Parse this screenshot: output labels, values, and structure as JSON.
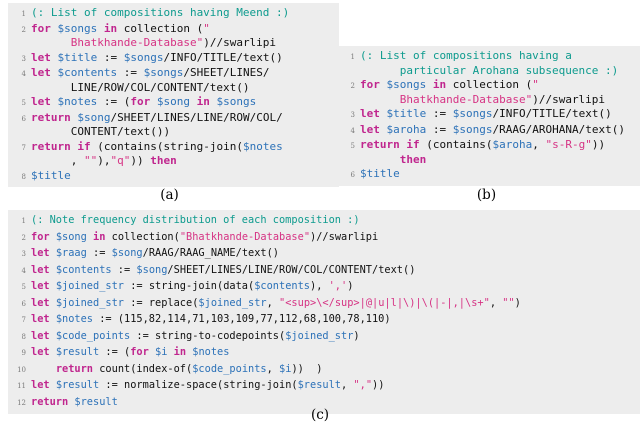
{
  "colors": {
    "comment": "#0e9b8e",
    "keyword": "#c0268e",
    "variable": "#2d72b8",
    "string": "#d63384",
    "plain": "#111111",
    "line_number": "#7a7a7a",
    "listing_bg": "#ededed",
    "page_bg": "#ffffff"
  },
  "listings": [
    {
      "id": "a",
      "caption": "(a)",
      "lines": [
        {
          "n": "1",
          "t": [
            [
              "c",
              "(: List of compositions having Meend :)"
            ]
          ]
        },
        {
          "n": "2",
          "t": [
            [
              "k",
              "for"
            ],
            [
              "p",
              " "
            ],
            [
              "v",
              "$songs"
            ],
            [
              "p",
              " "
            ],
            [
              "k",
              "in"
            ],
            [
              "p",
              " collection ("
            ],
            [
              "s",
              "\""
            ],
            [
              "p",
              "\n      "
            ],
            [
              "s",
              "Bhatkhande-Database\""
            ],
            [
              "p",
              ")//swarlipi"
            ]
          ]
        },
        {
          "n": "3",
          "t": [
            [
              "k",
              "let"
            ],
            [
              "p",
              " "
            ],
            [
              "v",
              "$title"
            ],
            [
              "p",
              " := "
            ],
            [
              "v",
              "$songs"
            ],
            [
              "p",
              "/INFO/TITLE/text()"
            ]
          ]
        },
        {
          "n": "4",
          "t": [
            [
              "k",
              "let"
            ],
            [
              "p",
              " "
            ],
            [
              "v",
              "$contents"
            ],
            [
              "p",
              " := "
            ],
            [
              "v",
              "$songs"
            ],
            [
              "p",
              "/SHEET/LINES/\n      LINE/ROW/COL/CONTENT/text()"
            ]
          ]
        },
        {
          "n": "5",
          "t": [
            [
              "k",
              "let"
            ],
            [
              "p",
              " "
            ],
            [
              "v",
              "$notes"
            ],
            [
              "p",
              " := ("
            ],
            [
              "k",
              "for"
            ],
            [
              "p",
              " "
            ],
            [
              "v",
              "$song"
            ],
            [
              "p",
              " "
            ],
            [
              "k",
              "in"
            ],
            [
              "p",
              " "
            ],
            [
              "v",
              "$songs"
            ]
          ]
        },
        {
          "n": "6",
          "t": [
            [
              "k",
              "return"
            ],
            [
              "p",
              " "
            ],
            [
              "v",
              "$song"
            ],
            [
              "p",
              "/SHEET/LINES/LINE/ROW/COL/\n      CONTENT/text())"
            ]
          ]
        },
        {
          "n": "7",
          "t": [
            [
              "k",
              "return"
            ],
            [
              "p",
              " "
            ],
            [
              "k",
              "if"
            ],
            [
              "p",
              " (contains(string-join("
            ],
            [
              "v",
              "$notes"
            ],
            [
              "p",
              "\n      , "
            ],
            [
              "s",
              "\"\""
            ],
            [
              "p",
              "),"
            ],
            [
              "s",
              "\"q\""
            ],
            [
              "p",
              ")) "
            ],
            [
              "k",
              "then"
            ]
          ]
        },
        {
          "n": "8",
          "t": [
            [
              "v",
              "$title"
            ]
          ]
        }
      ]
    },
    {
      "id": "b",
      "caption": "(b)",
      "lines": [
        {
          "n": "1",
          "t": [
            [
              "c",
              "(: List of compositions having a\n      particular Arohana subsequence :)"
            ]
          ]
        },
        {
          "n": "2",
          "t": [
            [
              "k",
              "for"
            ],
            [
              "p",
              " "
            ],
            [
              "v",
              "$songs"
            ],
            [
              "p",
              " "
            ],
            [
              "k",
              "in"
            ],
            [
              "p",
              " collection ("
            ],
            [
              "s",
              "\""
            ],
            [
              "p",
              "\n      "
            ],
            [
              "s",
              "Bhatkhande-Database\""
            ],
            [
              "p",
              ")//swarlipi"
            ]
          ]
        },
        {
          "n": "3",
          "t": [
            [
              "k",
              "let"
            ],
            [
              "p",
              " "
            ],
            [
              "v",
              "$title"
            ],
            [
              "p",
              " := "
            ],
            [
              "v",
              "$songs"
            ],
            [
              "p",
              "/INFO/TITLE/text()"
            ]
          ]
        },
        {
          "n": "4",
          "t": [
            [
              "k",
              "let"
            ],
            [
              "p",
              " "
            ],
            [
              "v",
              "$aroha"
            ],
            [
              "p",
              " := "
            ],
            [
              "v",
              "$songs"
            ],
            [
              "p",
              "/RAAG/AROHANA/text()"
            ]
          ]
        },
        {
          "n": "5",
          "t": [
            [
              "k",
              "return"
            ],
            [
              "p",
              " "
            ],
            [
              "k",
              "if"
            ],
            [
              "p",
              " (contains("
            ],
            [
              "v",
              "$aroha"
            ],
            [
              "p",
              ", "
            ],
            [
              "s",
              "\"s-R-g\""
            ],
            [
              "p",
              "))\n      "
            ],
            [
              "k",
              "then"
            ]
          ]
        },
        {
          "n": "6",
          "t": [
            [
              "v",
              "$title"
            ]
          ]
        }
      ]
    },
    {
      "id": "c",
      "caption": "(c)",
      "lines": [
        {
          "n": "1",
          "t": [
            [
              "c",
              "(: Note frequency distribution of each composition :)"
            ]
          ]
        },
        {
          "n": "2",
          "t": [
            [
              "k",
              "for"
            ],
            [
              "p",
              " "
            ],
            [
              "v",
              "$song"
            ],
            [
              "p",
              " "
            ],
            [
              "k",
              "in"
            ],
            [
              "p",
              " collection("
            ],
            [
              "s",
              "\"Bhatkhande-Database\""
            ],
            [
              "p",
              ")//swarlipi"
            ]
          ]
        },
        {
          "n": "3",
          "t": [
            [
              "k",
              "let"
            ],
            [
              "p",
              " "
            ],
            [
              "v",
              "$raag"
            ],
            [
              "p",
              " := "
            ],
            [
              "v",
              "$song"
            ],
            [
              "p",
              "/RAAG/RAAG_NAME/text()"
            ]
          ]
        },
        {
          "n": "4",
          "t": [
            [
              "k",
              "let"
            ],
            [
              "p",
              " "
            ],
            [
              "v",
              "$contents"
            ],
            [
              "p",
              " := "
            ],
            [
              "v",
              "$song"
            ],
            [
              "p",
              "/SHEET/LINES/LINE/ROW/COL/CONTENT/text()"
            ]
          ]
        },
        {
          "n": "5",
          "t": [
            [
              "k",
              "let"
            ],
            [
              "p",
              " "
            ],
            [
              "v",
              "$joined_str"
            ],
            [
              "p",
              " := string-join(data("
            ],
            [
              "v",
              "$contents"
            ],
            [
              "p",
              "), "
            ],
            [
              "s",
              "','"
            ],
            [
              "p",
              ")"
            ]
          ]
        },
        {
          "n": "6",
          "t": [
            [
              "k",
              "let"
            ],
            [
              "p",
              " "
            ],
            [
              "v",
              "$joined_str"
            ],
            [
              "p",
              " := replace("
            ],
            [
              "v",
              "$joined_str"
            ],
            [
              "p",
              ", "
            ],
            [
              "s",
              "\"<sup>\\</sup>|@|u|l|\\)|\\(|-|,|\\s+\""
            ],
            [
              "p",
              ", "
            ],
            [
              "s",
              "\"\""
            ],
            [
              "p",
              ")"
            ]
          ]
        },
        {
          "n": "7",
          "t": [
            [
              "k",
              "let"
            ],
            [
              "p",
              " "
            ],
            [
              "v",
              "$notes"
            ],
            [
              "p",
              " := (115,82,114,71,103,109,77,112,68,100,78,110)"
            ]
          ]
        },
        {
          "n": "8",
          "t": [
            [
              "k",
              "let"
            ],
            [
              "p",
              " "
            ],
            [
              "v",
              "$code_points"
            ],
            [
              "p",
              " := string-to-codepoints("
            ],
            [
              "v",
              "$joined_str"
            ],
            [
              "p",
              ")"
            ]
          ]
        },
        {
          "n": "9",
          "t": [
            [
              "k",
              "let"
            ],
            [
              "p",
              " "
            ],
            [
              "v",
              "$result"
            ],
            [
              "p",
              " := ("
            ],
            [
              "k",
              "for"
            ],
            [
              "p",
              " "
            ],
            [
              "v",
              "$i"
            ],
            [
              "p",
              " "
            ],
            [
              "k",
              "in"
            ],
            [
              "p",
              " "
            ],
            [
              "v",
              "$notes"
            ]
          ]
        },
        {
          "n": "10",
          "t": [
            [
              "p",
              "    "
            ],
            [
              "k",
              "return"
            ],
            [
              "p",
              " count(index-of("
            ],
            [
              "v",
              "$code_points"
            ],
            [
              "p",
              ", "
            ],
            [
              "v",
              "$i"
            ],
            [
              "p",
              "))  )"
            ]
          ]
        },
        {
          "n": "11",
          "t": [
            [
              "k",
              "let"
            ],
            [
              "p",
              " "
            ],
            [
              "v",
              "$result"
            ],
            [
              "p",
              " := normalize-space(string-join("
            ],
            [
              "v",
              "$result"
            ],
            [
              "p",
              ", "
            ],
            [
              "s",
              "\",\""
            ],
            [
              "p",
              "))"
            ]
          ]
        },
        {
          "n": "12",
          "t": [
            [
              "k",
              "return"
            ],
            [
              "p",
              " "
            ],
            [
              "v",
              "$result"
            ]
          ]
        }
      ]
    }
  ]
}
